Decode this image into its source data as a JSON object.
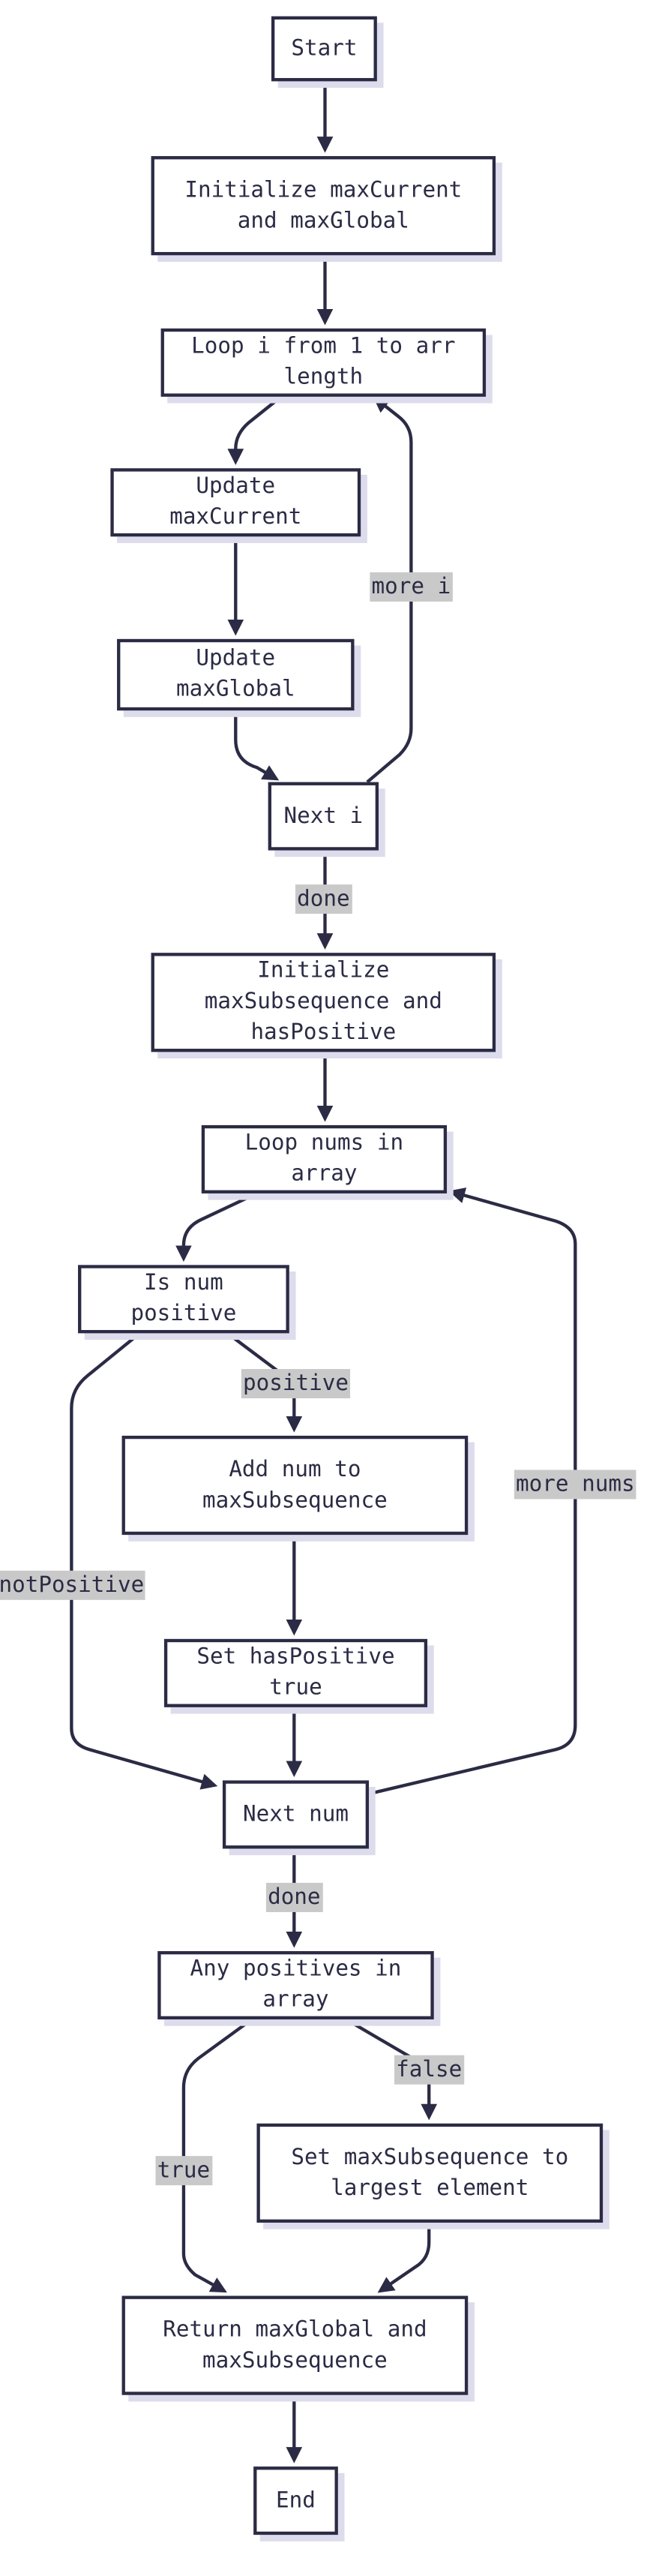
{
  "colors": {
    "stroke": "#2b2b45",
    "node_fill": "#ffffff",
    "node_shadow": "#dcdcec",
    "label_bg": "#c9c9c9"
  },
  "nodes": {
    "start": "Start",
    "init_max": "Initialize maxCurrent and maxGlobal",
    "loop_i": "Loop i from 1 to arr length",
    "update_current": "Update maxCurrent",
    "update_global": "Update maxGlobal",
    "next_i": "Next i",
    "init_subseq": "Initialize maxSubsequence and hasPositive",
    "loop_nums": "Loop nums in array",
    "is_positive": "Is num positive",
    "add_num": "Add num to maxSubsequence",
    "set_has_positive": "Set hasPositive true",
    "next_num": "Next num",
    "any_positives": "Any positives in array",
    "set_largest": "Set maxSubsequence to largest element",
    "return_result": "Return maxGlobal and maxSubsequence",
    "end": "End"
  },
  "edge_labels": {
    "more_i": "more i",
    "done_1": "done",
    "positive": "positive",
    "not_positive": "notPositive",
    "more_nums": "more nums",
    "done_2": "done",
    "false": "false",
    "true": "true"
  }
}
